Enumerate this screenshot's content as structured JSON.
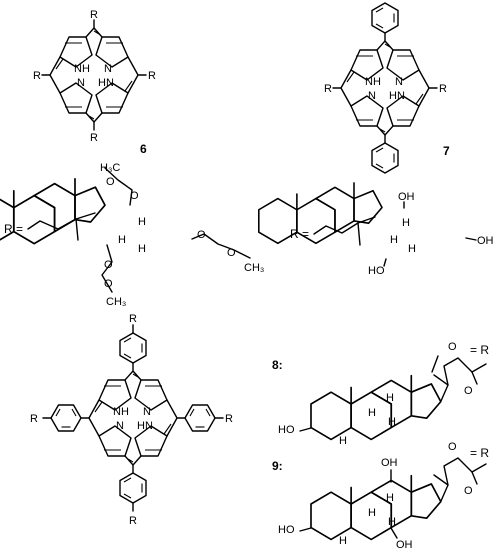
{
  "compounds": {
    "c6": "6",
    "c7": "7",
    "c8": "8:",
    "c9": "9:"
  },
  "labels": {
    "R": "R",
    "R_eq": "R =",
    "eq_R": "= R",
    "NH": "NH",
    "HN": "HN",
    "N": "N",
    "O": "O",
    "OH": "OH",
    "HO": "HO",
    "H": "H",
    "H3C": "H₃C",
    "CH3": "CH₃"
  }
}
